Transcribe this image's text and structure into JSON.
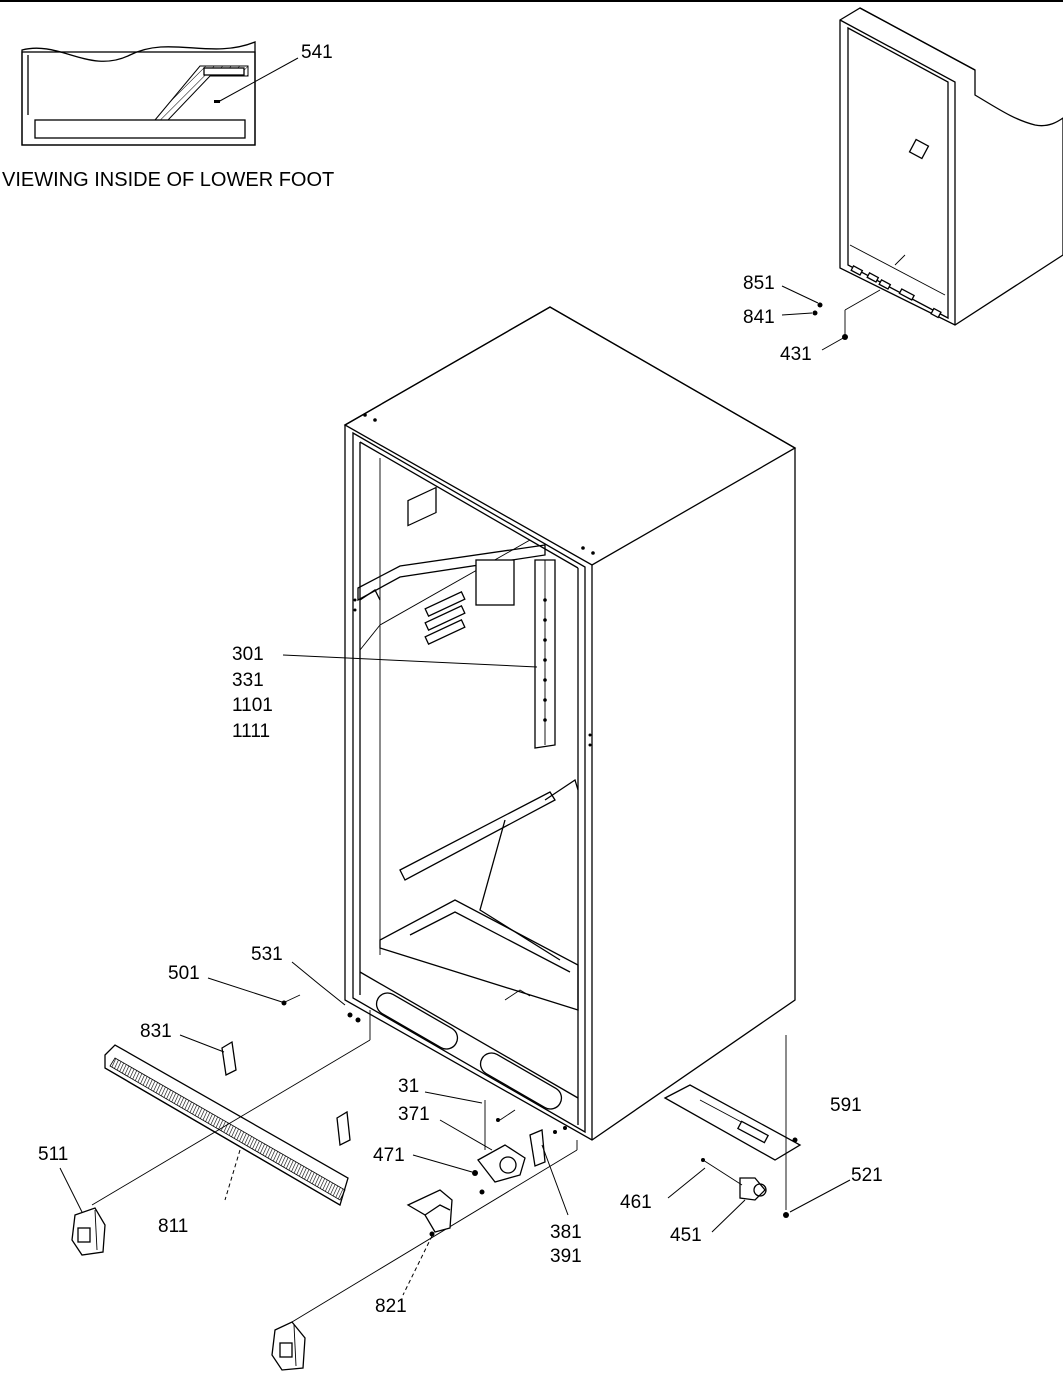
{
  "inset": {
    "caption": "VIEWING INSIDE OF LOWER FOOT",
    "callout": "541"
  },
  "callouts": {
    "c851": "851",
    "c841": "841",
    "c431": "431",
    "c301": "301",
    "c331": "331",
    "c1101": "1101",
    "c1111": "1111",
    "c531": "531",
    "c501": "501",
    "c831": "831",
    "c31": "31",
    "c371": "371",
    "c591": "591",
    "c511": "511",
    "c471": "471",
    "c521": "521",
    "c461": "461",
    "c381": "381",
    "c391": "391",
    "c811": "811",
    "c451": "451",
    "c821": "821"
  }
}
